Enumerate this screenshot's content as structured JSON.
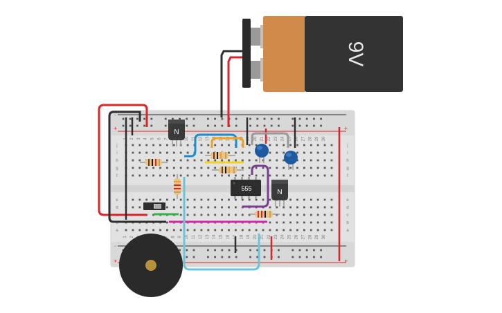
{
  "battery": {
    "label": "9V",
    "body_color": "#333333",
    "cap_color": "#d08a4a"
  },
  "chip": {
    "label": "555"
  },
  "transistors": [
    {
      "label": "N"
    },
    {
      "label": "N"
    }
  ],
  "breadboard": {
    "rail_plus": "+",
    "rail_minus": "-",
    "row_letters_top": [
      "j",
      "i",
      "h",
      "g",
      "f"
    ],
    "row_letters_bottom": [
      "e",
      "d",
      "c",
      "b",
      "a"
    ],
    "column_numbers_visible": [
      "1",
      "2",
      "3",
      "4",
      "5",
      "6",
      "7",
      "8",
      "9",
      "10",
      "11",
      "12",
      "13",
      "14",
      "15",
      "16",
      "17",
      "18",
      "19",
      "20",
      "21",
      "22",
      "23",
      "24",
      "25",
      "26",
      "27",
      "28",
      "29",
      "30"
    ]
  },
  "colors": {
    "wire_red": "#d9262b",
    "wire_black": "#2e2e2e",
    "wire_blue": "#1f8ccc",
    "wire_orange": "#f0a020",
    "wire_purple": "#7b3c94",
    "wire_cyan": "#6cc4d8",
    "wire_magenta": "#d42aa8",
    "wire_green": "#34b34a",
    "wire_gray": "#9a9a9a",
    "wire_yellow": "#f2d21c",
    "capacitor": "#1d5aa0",
    "buzzer": "#2a2a2a",
    "buzzer_center": "#b8913a"
  }
}
